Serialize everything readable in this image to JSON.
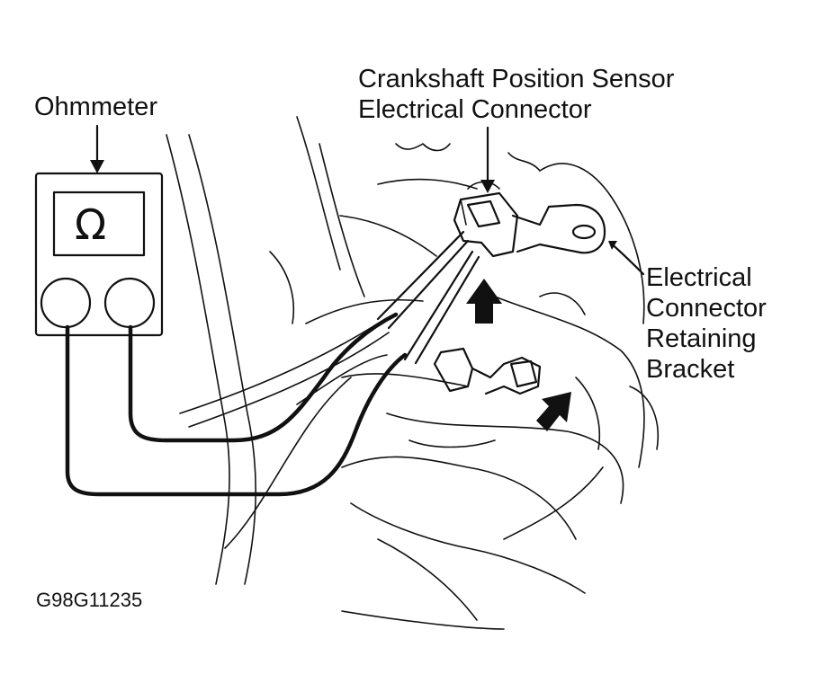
{
  "labels": {
    "ohmmeter": "Ohmmeter",
    "sensor_line1": "Crankshaft Position Sensor",
    "sensor_line2": "Electrical Connector",
    "bracket_line1": "Electrical",
    "bracket_line2": "Connector",
    "bracket_line3": "Retaining",
    "bracket_line4": "Bracket",
    "figure_code": "G98G11235"
  },
  "meter": {
    "symbol": "Ω"
  },
  "icons": {
    "meter_symbol": "omega-icon",
    "arrows": [
      "up-arrow-icon",
      "diagonal-arrow-icon"
    ]
  },
  "colors": {
    "ink": "#111111",
    "background": "#ffffff"
  }
}
